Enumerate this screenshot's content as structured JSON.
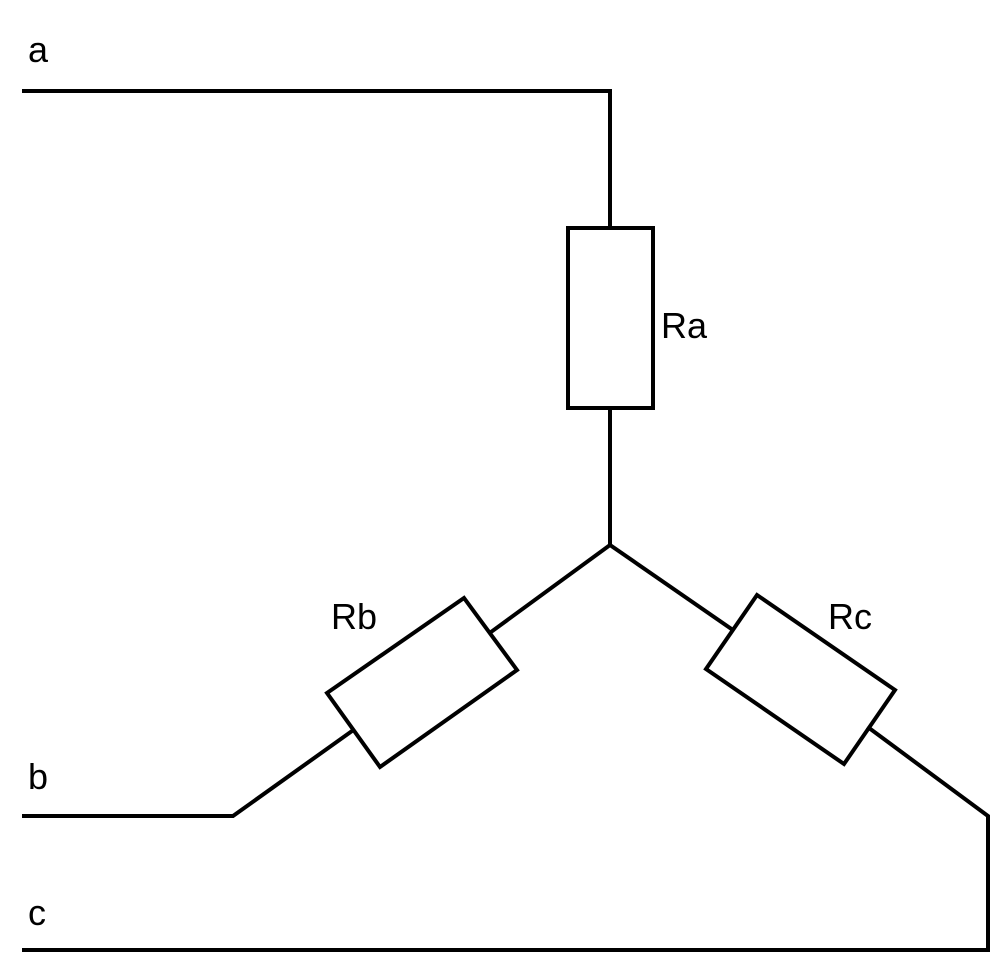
{
  "diagram": {
    "terminals": {
      "a": "a",
      "b": "b",
      "c": "c"
    },
    "resistors": {
      "ra": "Ra",
      "rb": "Rb",
      "rc": "Rc"
    },
    "colors": {
      "line": "#000000",
      "background": "#ffffff"
    }
  }
}
